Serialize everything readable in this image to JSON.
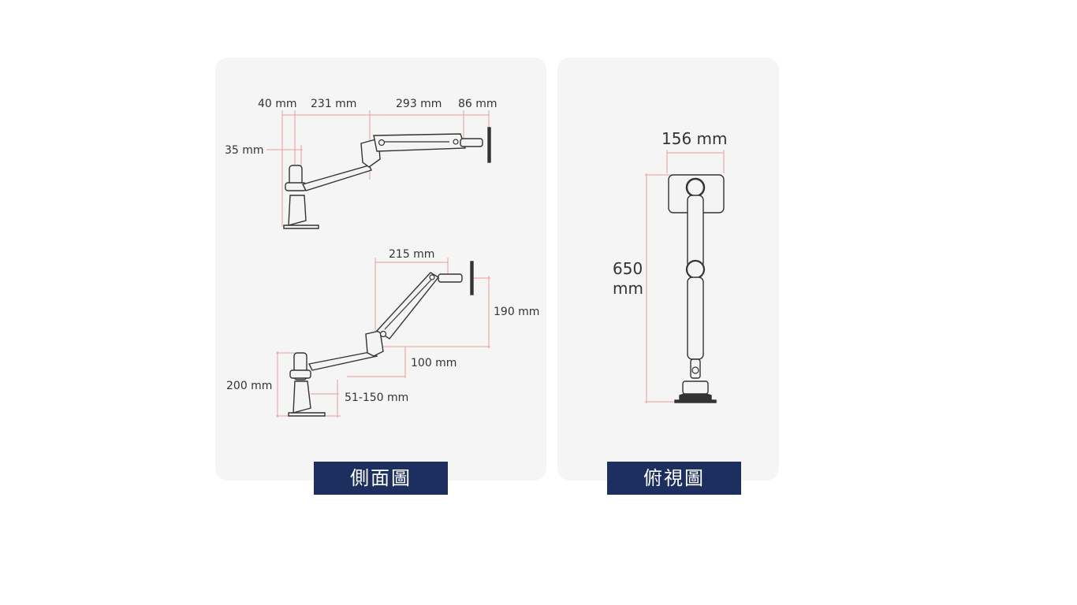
{
  "side_view": {
    "caption": "側面圖",
    "dims": {
      "d40": "40 mm",
      "d231": "231 mm",
      "d293": "293 mm",
      "d86": "86 mm",
      "d35": "35 mm",
      "d215": "215 mm",
      "d190": "190 mm",
      "d100": "100 mm",
      "d200": "200 mm",
      "d51_150": "51-150 mm"
    }
  },
  "top_view": {
    "caption": "俯視圖",
    "dims": {
      "d156": "156 mm",
      "d650_value": "650",
      "d650_unit": "mm"
    }
  },
  "colors": {
    "panel_bg": "#f5f5f5",
    "caption_bg": "#1c2f5e",
    "dimension_line": "#e99a9a",
    "outline": "#333333"
  }
}
